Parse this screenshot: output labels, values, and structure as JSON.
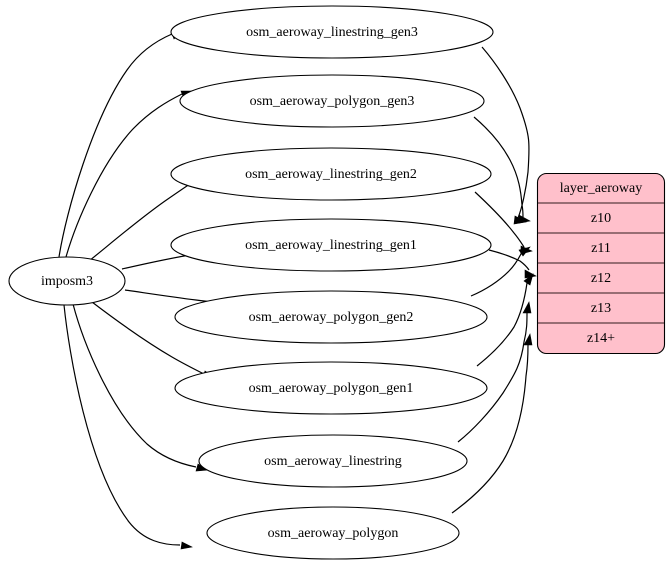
{
  "diagram": {
    "type": "directed-graph",
    "background_color": "#ffffff",
    "edge_color": "#000000",
    "source": {
      "id": "imposm3",
      "label": "imposm3",
      "shape": "ellipse",
      "fill": "#ffffff"
    },
    "intermediate_nodes": [
      {
        "id": "osm_aeroway_linestring_gen3",
        "label": "osm_aeroway_linestring_gen3",
        "shape": "ellipse",
        "fill": "#ffffff",
        "target_row": "z10"
      },
      {
        "id": "osm_aeroway_polygon_gen3",
        "label": "osm_aeroway_polygon_gen3",
        "shape": "ellipse",
        "fill": "#ffffff",
        "target_row": "z10"
      },
      {
        "id": "osm_aeroway_linestring_gen2",
        "label": "osm_aeroway_linestring_gen2",
        "shape": "ellipse",
        "fill": "#ffffff",
        "target_row": "z11"
      },
      {
        "id": "osm_aeroway_linestring_gen1",
        "label": "osm_aeroway_linestring_gen1",
        "shape": "ellipse",
        "fill": "#ffffff",
        "target_row": "z12"
      },
      {
        "id": "osm_aeroway_polygon_gen2",
        "label": "osm_aeroway_polygon_gen2",
        "shape": "ellipse",
        "fill": "#ffffff",
        "target_row": "z11"
      },
      {
        "id": "osm_aeroway_polygon_gen1",
        "label": "osm_aeroway_polygon_gen1",
        "shape": "ellipse",
        "fill": "#ffffff",
        "target_row": "z12"
      },
      {
        "id": "osm_aeroway_linestring",
        "label": "osm_aeroway_linestring",
        "shape": "ellipse",
        "fill": "#ffffff",
        "target_row": "z13"
      },
      {
        "id": "osm_aeroway_polygon",
        "label": "osm_aeroway_polygon",
        "shape": "ellipse",
        "fill": "#ffffff",
        "target_row": "z14+"
      }
    ],
    "table_node": {
      "id": "layer_aeroway",
      "title": "layer_aeroway",
      "fill": "#ffc0cb",
      "border_color": "#000000",
      "separator_color": "#5a3d41",
      "rows": [
        {
          "label": "z10"
        },
        {
          "label": "z11"
        },
        {
          "label": "z12"
        },
        {
          "label": "z13"
        },
        {
          "label": "z14+"
        }
      ]
    },
    "edges": [
      {
        "from": "imposm3",
        "to": "osm_aeroway_linestring_gen3"
      },
      {
        "from": "imposm3",
        "to": "osm_aeroway_polygon_gen3"
      },
      {
        "from": "imposm3",
        "to": "osm_aeroway_linestring_gen2"
      },
      {
        "from": "imposm3",
        "to": "osm_aeroway_linestring_gen1"
      },
      {
        "from": "imposm3",
        "to": "osm_aeroway_polygon_gen2"
      },
      {
        "from": "imposm3",
        "to": "osm_aeroway_polygon_gen1"
      },
      {
        "from": "imposm3",
        "to": "osm_aeroway_linestring"
      },
      {
        "from": "imposm3",
        "to": "osm_aeroway_polygon"
      },
      {
        "from": "osm_aeroway_linestring_gen3",
        "to": "z10"
      },
      {
        "from": "osm_aeroway_polygon_gen3",
        "to": "z10"
      },
      {
        "from": "osm_aeroway_linestring_gen2",
        "to": "z11"
      },
      {
        "from": "osm_aeroway_polygon_gen2",
        "to": "z11"
      },
      {
        "from": "osm_aeroway_linestring_gen1",
        "to": "z12"
      },
      {
        "from": "osm_aeroway_polygon_gen1",
        "to": "z12"
      },
      {
        "from": "osm_aeroway_linestring",
        "to": "z13"
      },
      {
        "from": "osm_aeroway_polygon",
        "to": "z14+"
      }
    ]
  }
}
